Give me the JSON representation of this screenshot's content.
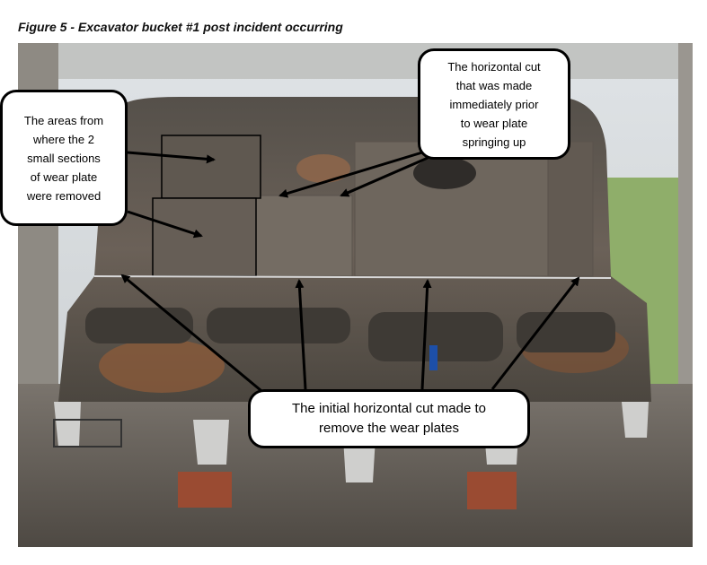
{
  "figure": {
    "caption": "Figure 5 - Excavator bucket #1 post incident occurring"
  },
  "callouts": {
    "removed_sections": "The areas from\nwhere the 2\nsmall sections\nof wear plate\nwere removed",
    "horizontal_cut_prior": "The horizontal cut\nthat was made\nimmediately prior\nto wear plate\nspringing up",
    "initial_cut": "The initial horizontal cut made to\nremove the wear plates"
  },
  "photo": {
    "subject": "excavator-bucket",
    "colors": {
      "sky": "#d9dde0",
      "bucket_dark": "#4a4540",
      "bucket_mid": "#6b6158",
      "rust": "#8a5a3a",
      "tarp": "#8fae6a",
      "ground": "#6c6660",
      "brick": "#9a4b32"
    }
  }
}
